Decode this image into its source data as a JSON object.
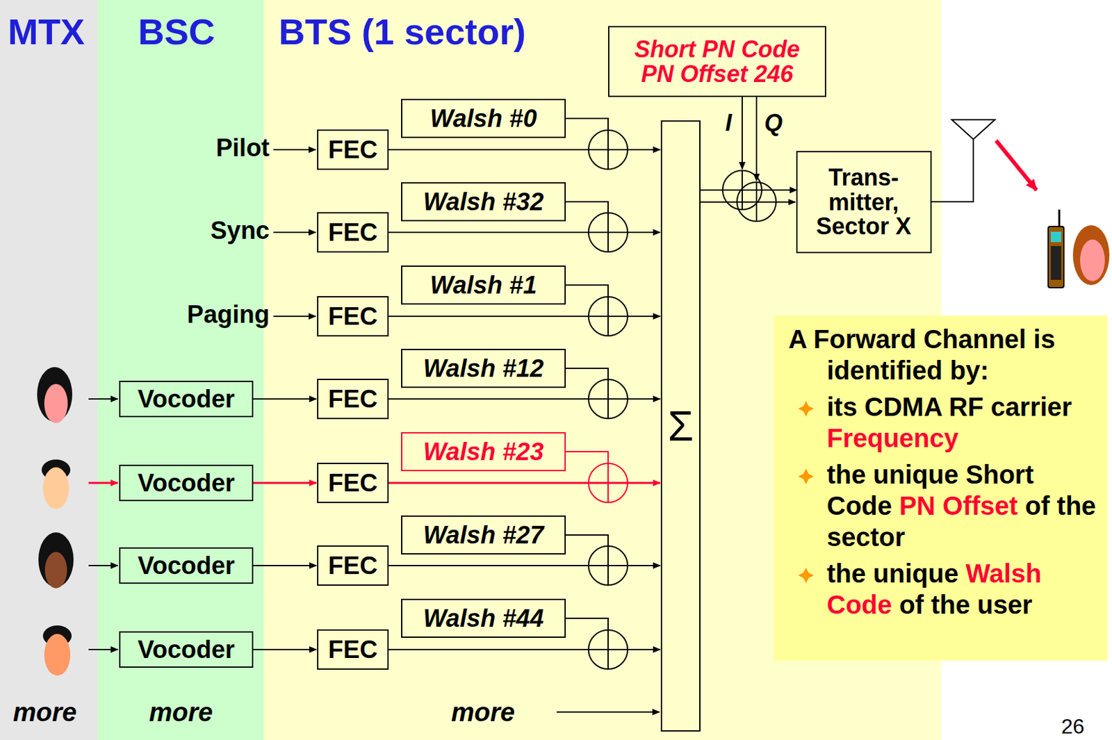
{
  "diagram": {
    "nodes": [
      {
        "text": [
          "MTX"
        ]
      },
      {
        "text": [
          "BSC"
        ]
      },
      {
        "text": [
          "BTS (1 sector)"
        ]
      },
      {
        "text": [
          "Short PN Code",
          "PN Offset 246"
        ],
        "in": 2
      },
      {
        "text": [
          "Walsh #0"
        ],
        "in": 2
      },
      {
        "text": [
          "FEC"
        ],
        "in": 2
      },
      {
        "text": [
          "Walsh #32"
        ],
        "in": 2
      },
      {
        "text": [
          "FEC"
        ],
        "in": 2
      },
      {
        "text": [
          "Walsh #1"
        ],
        "in": 2
      },
      {
        "text": [
          "FEC"
        ],
        "in": 2
      },
      {
        "text": [
          "Walsh #12"
        ],
        "in": 2
      },
      {
        "text": [
          "Vocoder"
        ],
        "in": 1
      },
      {
        "text": [
          "FEC"
        ],
        "in": 2
      },
      {
        "text": [
          "Walsh #23"
        ],
        "in": 2
      },
      {
        "text": [
          "Vocoder"
        ],
        "in": 1
      },
      {
        "text": [
          "FEC"
        ],
        "in": 2
      },
      {
        "text": [
          "Walsh #27"
        ],
        "in": 2
      },
      {
        "text": [
          "Vocoder"
        ],
        "in": 1
      },
      {
        "text": [
          "FEC"
        ],
        "in": 2
      },
      {
        "text": [
          "Walsh #44"
        ],
        "in": 2
      },
      {
        "text": [
          "Vocoder"
        ],
        "in": 1
      },
      {
        "text": [
          "FEC"
        ],
        "in": 2
      },
      {
        "text": [
          "Σ"
        ],
        "in": 2
      },
      {
        "text": [
          "Trans- mitter, Sector X"
        ],
        "in": 2
      },
      {
        "text": [
          "A Forward Channel is identified by:",
          "its CDMA RF carrier",
          "Frequency",
          "the unique Short Code",
          "PN Offset",
          "of the sector",
          "the unique",
          "Walsh Code",
          "of the user"
        ]
      }
    ],
    "edges": [
      {
        "from": 11,
        "to": 12,
        "arrow": "to"
      },
      {
        "from": 14,
        "to": 15,
        "arrow": "to"
      },
      {
        "from": 17,
        "to": 18,
        "arrow": "to"
      },
      {
        "from": 20,
        "to": 21,
        "arrow": "to"
      },
      {
        "from": 5,
        "to": 22,
        "arrow": "to"
      },
      {
        "from": 7,
        "to": 22,
        "arrow": "to"
      },
      {
        "from": 9,
        "to": 22,
        "arrow": "to"
      },
      {
        "from": 12,
        "to": 22,
        "arrow": "to"
      },
      {
        "from": 15,
        "to": 22,
        "arrow": "to"
      },
      {
        "from": 18,
        "to": 22,
        "arrow": "to"
      },
      {
        "from": 21,
        "to": 22,
        "arrow": "to"
      },
      {
        "from": 22,
        "to": 23,
        "arrow": "to"
      }
    ],
    "labels": [
      "Pilot",
      "Sync",
      "Paging",
      "I",
      "Q",
      "more",
      "more",
      "more",
      "26"
    ]
  }
}
